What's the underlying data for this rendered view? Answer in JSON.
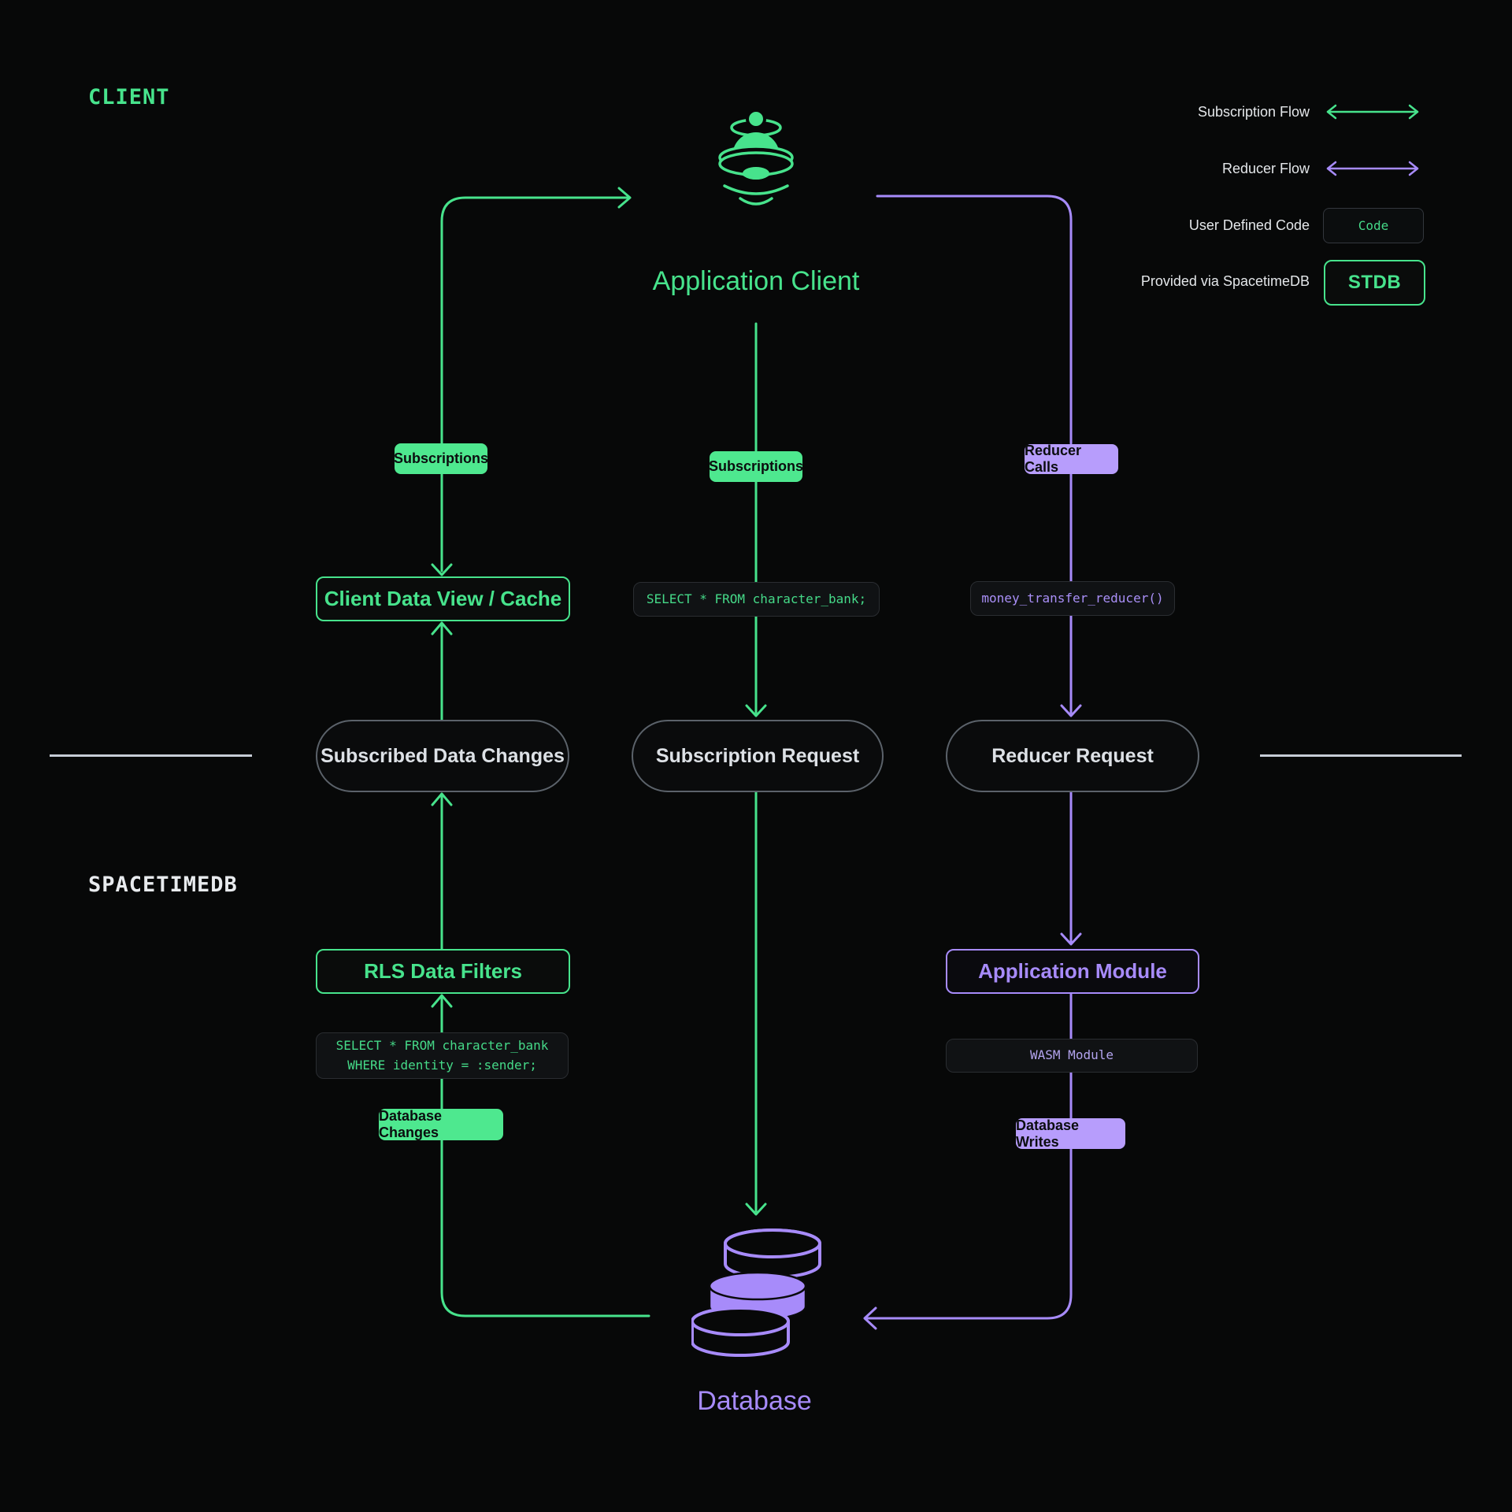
{
  "sections": {
    "client_label": "CLIENT",
    "spacetimedb_label": "SPACETIMEDB"
  },
  "legend": {
    "subscription_flow_label": "Subscription Flow",
    "reducer_flow_label": "Reducer Flow",
    "user_defined_code_label": "User Defined Code",
    "code_badge": "Code",
    "provided_label": "Provided via SpacetimeDB",
    "stdb_badge": "STDB"
  },
  "nodes": {
    "application_client_title": "Application Client",
    "database_title": "Database",
    "client_data_view_cache": "Client Data View / Cache",
    "subscribed_data_changes": "Subscribed Data Changes",
    "subscription_request": "Subscription Request",
    "reducer_request": "Reducer Request",
    "rls_data_filters": "RLS Data Filters",
    "application_module": "Application Module"
  },
  "badges": {
    "subscriptions_client": "Subscriptions",
    "subscriptions_request": "Subscriptions",
    "reducer_calls": "Reducer Calls",
    "database_changes": "Database Changes",
    "database_writes": "Database Writes"
  },
  "code": {
    "subscription_query": "SELECT * FROM character_bank;",
    "rls_query_line1": "SELECT * FROM character_bank",
    "rls_query_line2": "WHERE identity = :sender;",
    "reducer_call": "money_transfer_reducer()",
    "wasm_module": "WASM Module"
  },
  "colors": {
    "background": "#070808",
    "green": "#47e38c",
    "purple": "#a78bfa",
    "badge_green": "#4ee88f",
    "badge_purple": "#b79dfc",
    "pill_border": "#5b626a",
    "divider": "#c6ccd6"
  }
}
